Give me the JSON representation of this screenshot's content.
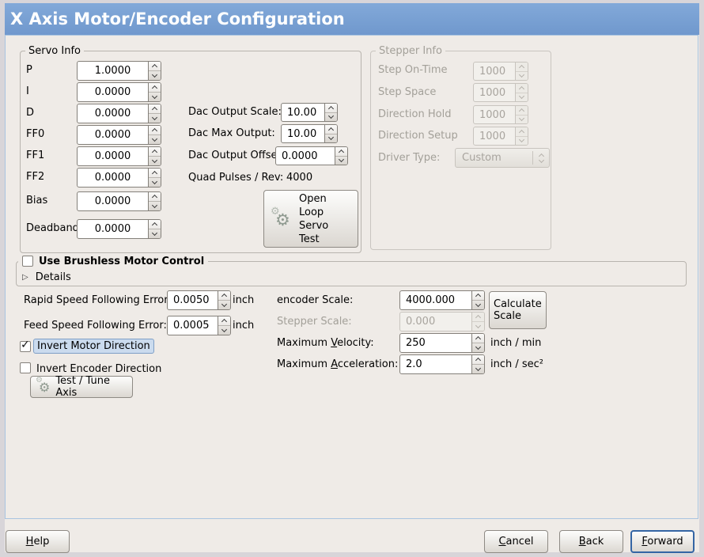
{
  "window": {
    "title": "X Axis Motor/Encoder Configuration"
  },
  "colors": {
    "titlebar_blue": "#7aa2d6",
    "default_button_border": "#3465a4",
    "focus_highlight": "#cbdbee",
    "background": "#efebe7"
  },
  "icons": {
    "gear_glyph": "⚙",
    "expander_glyph": "▷",
    "check_glyph": "✓"
  },
  "servo_info": {
    "title": "Servo Info",
    "fields": [
      {
        "label": "P",
        "value": "1.0000"
      },
      {
        "label": "I",
        "value": "0.0000"
      },
      {
        "label": "D",
        "value": "0.0000"
      },
      {
        "label": "FF0",
        "value": "0.0000"
      },
      {
        "label": "FF1",
        "value": "0.0000"
      },
      {
        "label": "FF2",
        "value": "0.0000"
      },
      {
        "label": "Bias",
        "value": "0.0000"
      },
      {
        "label": "Deadband",
        "value": "0.0000"
      }
    ],
    "dac": [
      {
        "label": "Dac Output Scale:",
        "value": "10.00"
      },
      {
        "label": "Dac Max Output:",
        "value": "10.00"
      },
      {
        "label": "Dac Output Offset:",
        "value": "0.0000"
      }
    ],
    "quad_label": "Quad Pulses / Rev:",
    "quad_value": "4000",
    "open_loop_button": "Open Loop Servo Test"
  },
  "stepper_info": {
    "title": "Stepper Info",
    "fields": [
      {
        "label": "Step On-Time",
        "value": "1000"
      },
      {
        "label": "Step Space",
        "value": "1000"
      },
      {
        "label": "Direction Hold",
        "value": "1000"
      },
      {
        "label": "Direction Setup",
        "value": "1000"
      }
    ],
    "driver_type_label": "Driver Type:",
    "driver_type_value": "Custom"
  },
  "brushless": {
    "checkbox_label": "Use Brushless Motor Control",
    "details_label": "Details"
  },
  "errors": {
    "rapid_label": "Rapid Speed Following Error:",
    "rapid_value": "0.0050",
    "rapid_unit": "inch",
    "feed_label": "Feed Speed Following Error:",
    "feed_value": "0.0005",
    "feed_unit": "inch"
  },
  "scales": {
    "encoder_label": "encoder Scale:",
    "encoder_value": "4000.000",
    "calculate_button": "Calculate Scale",
    "stepper_label": "Stepper Scale:",
    "stepper_value": "0.000",
    "velocity_label": {
      "pre": "Maximum ",
      "mn": "V",
      "post": "elocity:"
    },
    "velocity_value": "250",
    "velocity_unit": "inch / min",
    "accel_label": {
      "pre": "Maximum ",
      "mn": "A",
      "post": "cceleration:"
    },
    "accel_value": "2.0",
    "accel_unit": "inch / sec²"
  },
  "inverts": {
    "motor_label": "Invert Motor Direction",
    "encoder_label": "Invert Encoder Direction",
    "test_button": "Test / Tune Axis"
  },
  "actions": {
    "help": {
      "pre": "",
      "mn": "H",
      "post": "elp"
    },
    "cancel": {
      "pre": "",
      "mn": "C",
      "post": "ancel"
    },
    "back": {
      "pre": "",
      "mn": "B",
      "post": "ack"
    },
    "forward": {
      "pre": "",
      "mn": "F",
      "post": "orward"
    }
  }
}
